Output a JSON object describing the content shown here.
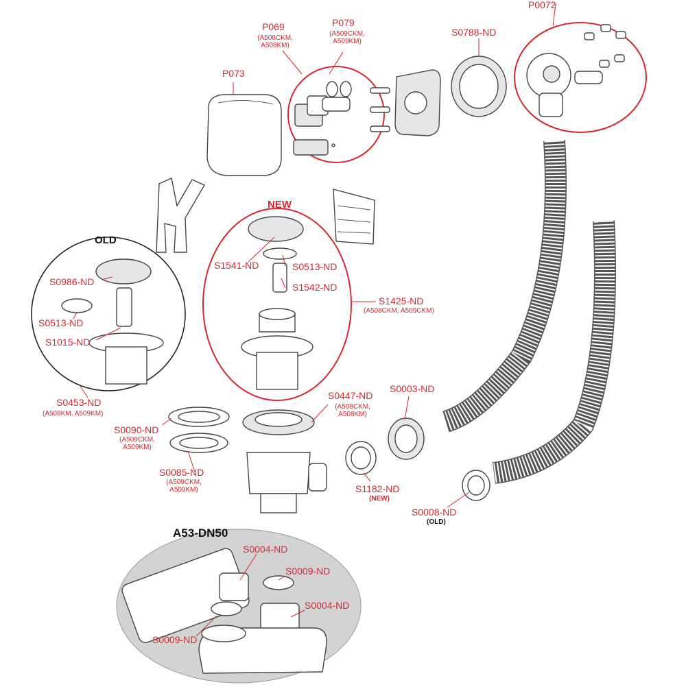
{
  "diagram": {
    "title": "A53-DN50",
    "tags": {
      "old": "OLD",
      "new": "NEW"
    },
    "accent_color": "#d8262e",
    "parts": {
      "p0072": "P0072",
      "s0788": "S0788-ND",
      "p069": "P069",
      "p069_sub": "(A508CKM,\nA508KM)",
      "p079": "P079",
      "p079_sub": "(A509CKM,\nA509KM)",
      "p073": "P073",
      "s1541": "S1541-ND",
      "s0513_new": "S0513-ND",
      "s1542": "S1542-ND",
      "s1425": "S1425-ND",
      "s1425_sub": "(A508CKM, A509CKM)",
      "s0986": "S0986-ND",
      "s0513_old": "S0513-ND",
      "s1015": "S1015-ND",
      "s0453": "S0453-ND",
      "s0453_sub": "(A508KM, A509KM)",
      "s0447": "S0447-ND",
      "s0447_sub": "(A508CKM,\nA508KM)",
      "s0003": "S0003-ND",
      "s0090": "S0090-ND",
      "s0090_sub": "(A509CKM,\nA509KM)",
      "s0085": "S0085-ND",
      "s0085_sub": "(A509CKM,\nA509KM)",
      "s1182": "S1182-ND",
      "s1182_note": "(NEW)",
      "s0008": "S0008-ND",
      "s0008_note": "(OLD)",
      "s0004_top": "S0004-ND",
      "s0009_top": "S0009-ND",
      "s0004_bottom": "S0004-ND",
      "s0009_bottom": "S0009-ND"
    }
  }
}
